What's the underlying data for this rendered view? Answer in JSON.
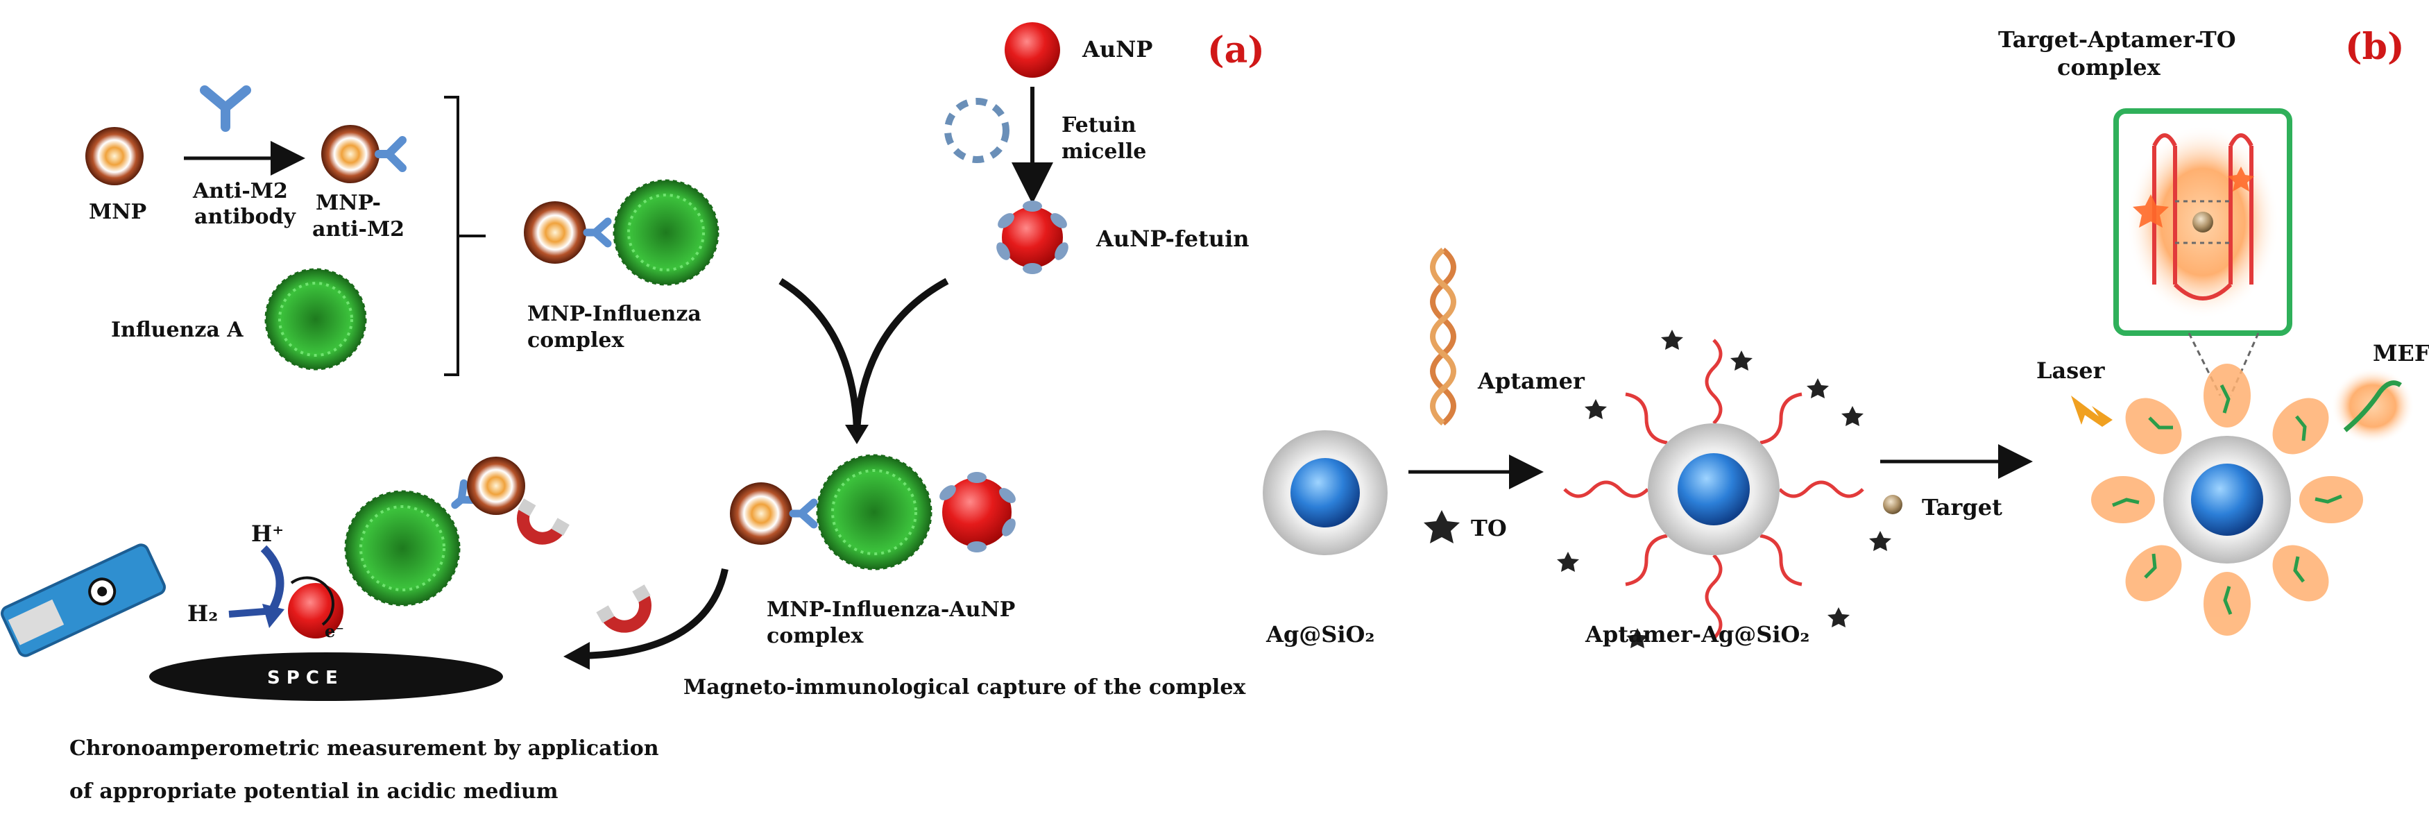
{
  "panel_a": {
    "tag": "(a)",
    "mnp": "MNP",
    "anti_m2_line1": "Anti-M2",
    "anti_m2_line2": "antibody",
    "mnp_anti_line1": "MNP-",
    "mnp_anti_line2": "anti-M2",
    "influenza": "Influenza A",
    "mnp_flu_line1": "MNP-Influenza",
    "mnp_flu_line2": "complex",
    "aunp": "AuNP",
    "fetuin_line1": "Fetuin",
    "fetuin_line2": "micelle",
    "aunp_fetuin": "AuNP-fetuin",
    "triple_line1": "MNP-Influenza-AuNP",
    "triple_line2": "complex",
    "capture": "Magneto-immunological capture of the complex",
    "spce": "S P C E",
    "h_plus": "H⁺",
    "h2": "H₂",
    "electron": "e⁻",
    "chrono_line1": "Chronoamperometric measurement by application",
    "chrono_line2": "of appropriate potential in acidic medium"
  },
  "panel_b": {
    "tag": "(b)",
    "complex_line1": "Target-Aptamer-TO",
    "complex_line2": "complex",
    "aptamer": "Aptamer",
    "to": "TO",
    "ag_sio2": "Ag@SiO₂",
    "aptamer_ag_sio2": "Aptamer-Ag@SiO₂",
    "laser": "Laser",
    "target": "Target",
    "mef": "MEF"
  },
  "colors": {
    "tag_red": "#d01818",
    "gold_red": "#e02020",
    "virus_green": "#2fa52f",
    "mnp_brown": "#8a3b1f",
    "antibody_blue": "#5b8fd0",
    "sphere_blue": "#2c7fd8",
    "shell_gray": "#c9c9c9",
    "strand_red": "#e23a3a",
    "glow_orange": "#ff9a4a",
    "frame_green": "#2fb05a"
  }
}
